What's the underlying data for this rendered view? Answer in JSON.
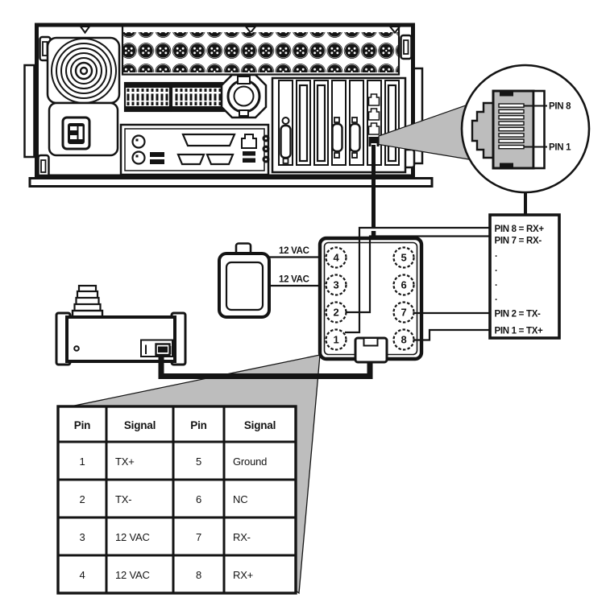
{
  "diagram": {
    "rj45_callout": {
      "pin8_label": "PIN 8",
      "pin1_label": "PIN 1"
    },
    "pin_map_box": {
      "lines": [
        "PIN 8 = RX+",
        "PIN 7 = RX-",
        ".",
        ".",
        ".",
        ".",
        "PIN 2 = TX-",
        "PIN 1 = TX+"
      ]
    },
    "power_labels": {
      "vac_top": "12 VAC",
      "vac_bottom": "12 VAC"
    },
    "terminal_block": {
      "pins_left": [
        "4",
        "3",
        "2",
        "1"
      ],
      "pins_right": [
        "5",
        "6",
        "7",
        "8"
      ]
    },
    "pin_table": {
      "headers": [
        "Pin",
        "Signal",
        "Pin",
        "Signal"
      ],
      "rows": [
        [
          "1",
          "TX+",
          "5",
          "Ground"
        ],
        [
          "2",
          "TX-",
          "6",
          "NC"
        ],
        [
          "3",
          "12 VAC",
          "7",
          "RX-"
        ],
        [
          "4",
          "12 VAC",
          "8",
          "RX+"
        ]
      ]
    },
    "colors": {
      "ink": "#141414",
      "highlight_gray": "#bdbdbd",
      "background": "#ffffff"
    }
  }
}
